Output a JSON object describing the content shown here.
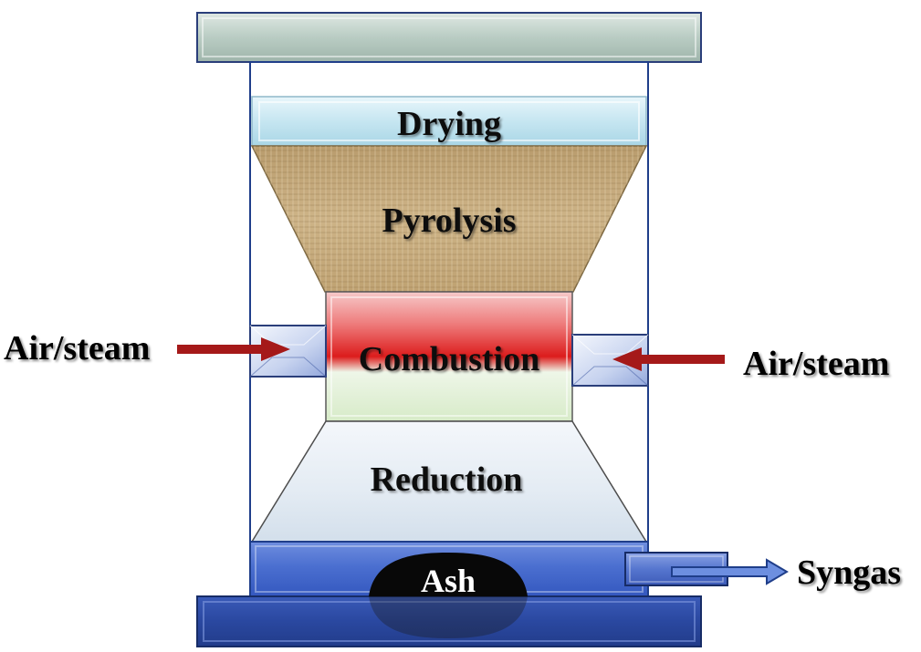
{
  "diagram": {
    "zones": {
      "drying": "Drying",
      "pyrolysis": "Pyrolysis",
      "combustion": "Combustion",
      "reduction": "Reduction",
      "ash": "Ash"
    },
    "inputs": {
      "left": "Air/steam",
      "right": "Air/steam"
    },
    "output": "Syngas"
  },
  "colors": {
    "outline": "#1f3e8a",
    "arrow_red": "#a51919",
    "blue_band": "#3a5fc8",
    "blue_dark": "#2c4ca8",
    "ash_black": "#0a0a0a",
    "sand": "#c7ab7a"
  }
}
